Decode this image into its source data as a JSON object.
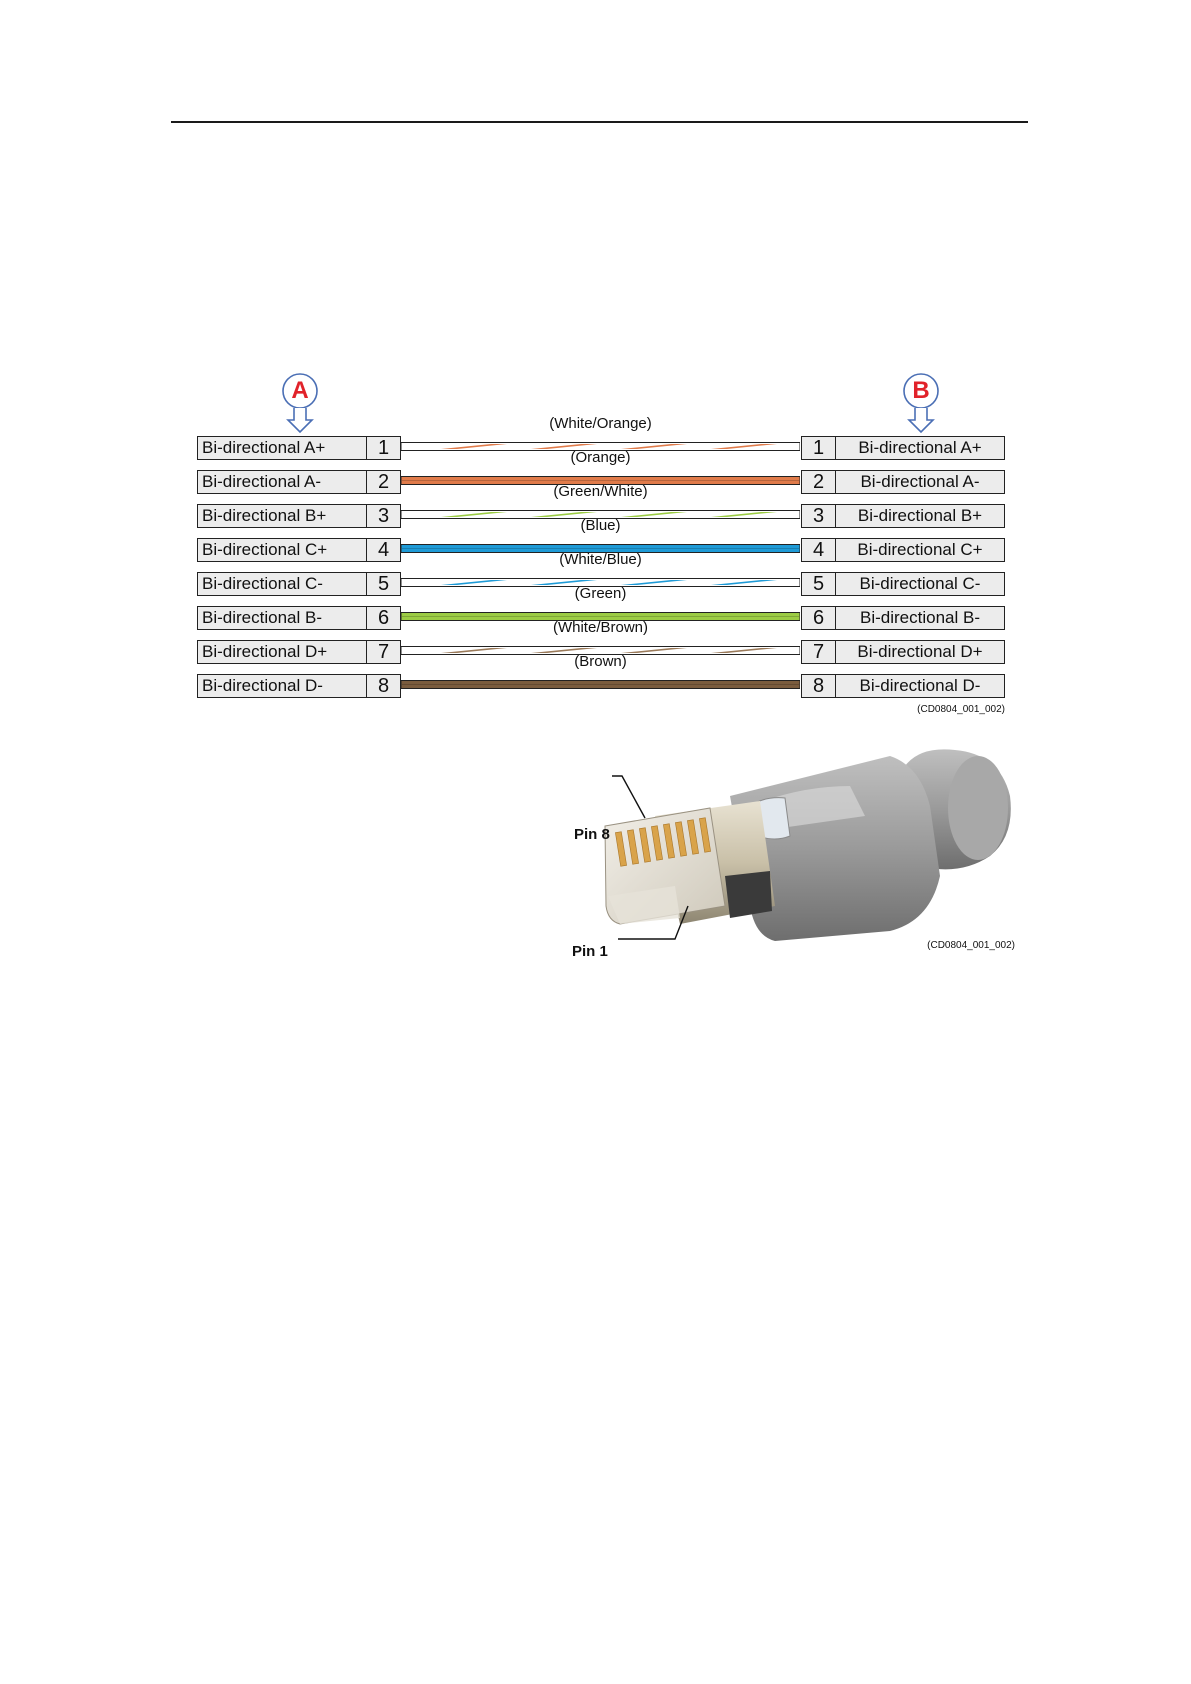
{
  "markers": {
    "left": "A",
    "right": "B",
    "color": "#e1222a"
  },
  "pairs": [
    {
      "pin": "1",
      "left_label": "Bi-directional A+",
      "right_label": "Bi-directional A+",
      "wire_label": "(White/Orange)",
      "color": "#e07b4a",
      "striped": true
    },
    {
      "pin": "2",
      "left_label": "Bi-directional A-",
      "right_label": "Bi-directional A-",
      "wire_label": "(Orange)",
      "color": "#e07b4a",
      "striped": false
    },
    {
      "pin": "3",
      "left_label": "Bi-directional B+",
      "right_label": "Bi-directional B+",
      "wire_label": "(Green/White)",
      "color": "#9ccc44",
      "striped": true
    },
    {
      "pin": "4",
      "left_label": "Bi-directional C+",
      "right_label": "Bi-directional C+",
      "wire_label": "(Blue)",
      "color": "#1e9ad6",
      "striped": false
    },
    {
      "pin": "5",
      "left_label": "Bi-directional C-",
      "right_label": "Bi-directional C-",
      "wire_label": "(White/Blue)",
      "color": "#1e9ad6",
      "striped": true
    },
    {
      "pin": "6",
      "left_label": "Bi-directional B-",
      "right_label": "Bi-directional B-",
      "wire_label": "(Green)",
      "color": "#9ccc44",
      "striped": false
    },
    {
      "pin": "7",
      "left_label": "Bi-directional D+",
      "right_label": "Bi-directional D+",
      "wire_label": "(White/Brown)",
      "color": "#9a7a5a",
      "striped": true
    },
    {
      "pin": "8",
      "left_label": "Bi-directional D-",
      "right_label": "Bi-directional D-",
      "wire_label": "(Brown)",
      "color": "#7a5c3e",
      "striped": false
    }
  ],
  "diagram_code": "(CD0804_001_002)",
  "photo": {
    "pin8_label": "Pin 8",
    "pin1_label": "Pin 1",
    "code": "(CD0804_001_002)"
  }
}
